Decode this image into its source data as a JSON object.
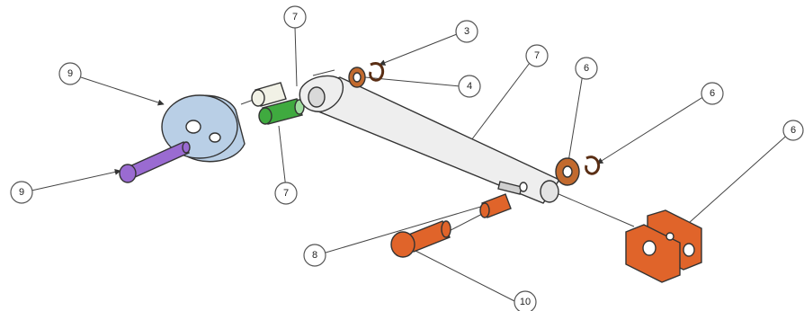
{
  "callouts": {
    "c3": "3",
    "c4": "4",
    "c6a": "6",
    "c6b": "6",
    "c6c": "6",
    "c7a": "7",
    "c7b": "7",
    "c7c": "7",
    "c8": "8",
    "c9a": "9",
    "c9b": "9",
    "c10": "10"
  },
  "colors": {
    "wheel": "#b9cfe6",
    "axle_pin": "#9a6bd1",
    "tube": "#eeeeee",
    "sleeve_green": "#3faa3f",
    "sleeve_white": "#f1f1e6",
    "washer": "#c26a2e",
    "orange_part": "#e0642a"
  }
}
